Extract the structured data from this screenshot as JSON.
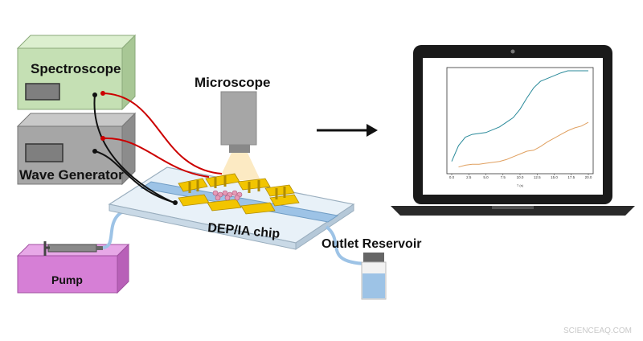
{
  "labels": {
    "spectroscope": "Spectroscope",
    "wave_generator": "Wave Generator",
    "microscope": "Microscope",
    "chip": "DEP/IA chip",
    "outlet": "Outlet Reservoir",
    "pump": "Pump"
  },
  "watermark": "SCIENCEAQ.COM",
  "colors": {
    "spectroscope_box": "#c5e0b4",
    "wave_generator_box": "#a6a6a6",
    "pump_box": "#d67fd6",
    "red_wire": "#cc0000",
    "tube": "#9dc3e6",
    "electrode": "#f2c500",
    "series_blue": "#2a8a9a",
    "series_orange": "#e0a060"
  },
  "chart_data": {
    "type": "line",
    "xlabel": "T (s)",
    "x_ticks": [
      "0.0",
      "2.5",
      "5.0",
      "7.5",
      "10.0",
      "12.5",
      "15.0",
      "17.5",
      "20.0"
    ],
    "xlim": [
      0,
      20
    ],
    "ylim": [
      0,
      1
    ],
    "series": [
      {
        "color": "#2a8a9a",
        "points": [
          [
            0,
            0.08
          ],
          [
            1,
            0.25
          ],
          [
            2,
            0.34
          ],
          [
            3,
            0.37
          ],
          [
            5,
            0.39
          ],
          [
            7,
            0.45
          ],
          [
            9,
            0.55
          ],
          [
            10,
            0.64
          ],
          [
            11,
            0.76
          ],
          [
            12,
            0.87
          ],
          [
            13,
            0.94
          ],
          [
            14,
            0.97
          ],
          [
            15,
            1.0
          ],
          [
            16,
            1.03
          ],
          [
            17,
            1.06
          ],
          [
            18,
            1.09
          ],
          [
            19,
            1.1
          ],
          [
            20,
            1.06
          ]
        ]
      },
      {
        "color": "#e0a060",
        "points": [
          [
            1,
            0.02
          ],
          [
            2,
            0.04
          ],
          [
            3,
            0.05
          ],
          [
            4,
            0.05
          ],
          [
            5,
            0.06
          ],
          [
            6,
            0.07
          ],
          [
            7,
            0.08
          ],
          [
            8,
            0.1
          ],
          [
            9,
            0.13
          ],
          [
            10,
            0.16
          ],
          [
            11,
            0.19
          ],
          [
            12,
            0.2
          ],
          [
            13,
            0.24
          ],
          [
            14,
            0.29
          ],
          [
            15,
            0.33
          ],
          [
            16,
            0.37
          ],
          [
            17,
            0.41
          ],
          [
            18,
            0.44
          ],
          [
            19,
            0.46
          ],
          [
            20,
            0.5
          ]
        ]
      }
    ]
  }
}
